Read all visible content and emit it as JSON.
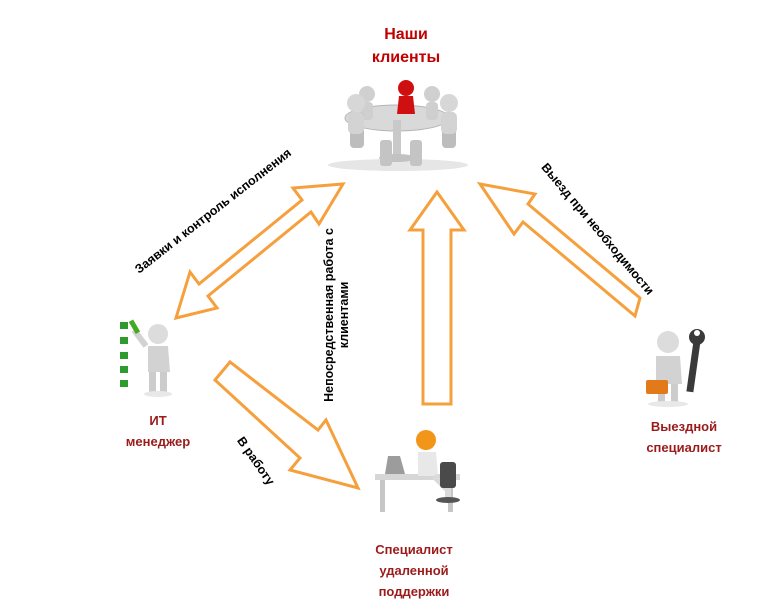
{
  "nodes": {
    "clients": {
      "line1": "Наши",
      "line2": "клиенты"
    },
    "it_manager": {
      "line1": "ИТ",
      "line2": "менеджер"
    },
    "remote_support": {
      "line1": "Специалист",
      "line2": "удаленной",
      "line3": "поддержки"
    },
    "field_specialist": {
      "line1": "Выездной",
      "line2": "специалист"
    }
  },
  "edges": {
    "requests": "Заявки и контроль исполнения",
    "direct": {
      "line1": "Непосредственная работа с",
      "line2": "клиентами"
    },
    "field_visit": "Выезд при необходимости",
    "to_work": "В работу"
  },
  "colors": {
    "arrow_stroke": "#f5a03c",
    "accent_red": "#c00000",
    "label_red": "#9b1b1b"
  }
}
